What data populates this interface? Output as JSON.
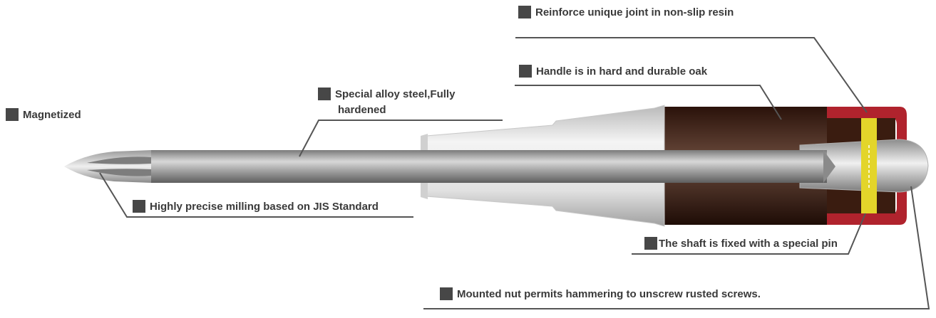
{
  "callouts": {
    "reinforce": "Reinforce unique joint in non-slip resin",
    "handle": "Handle is in hard and durable oak",
    "steel_line1": "Special alloy steel,Fully",
    "steel_line2": "hardened",
    "magnetized": "Magnetized",
    "milling": "Highly precise milling based on JIS Standard",
    "pin": "The shaft is fixed with a special pin",
    "nut": "Mounted nut permits hammering to unscrew rusted screws."
  },
  "colors": {
    "bullet": "#474747",
    "text": "#3a3a3a",
    "leader": "#555555",
    "wood": "#3b1a0e",
    "resin": "#b0232d",
    "pin": "#e3d52a",
    "metal": "#9a9a9a"
  }
}
